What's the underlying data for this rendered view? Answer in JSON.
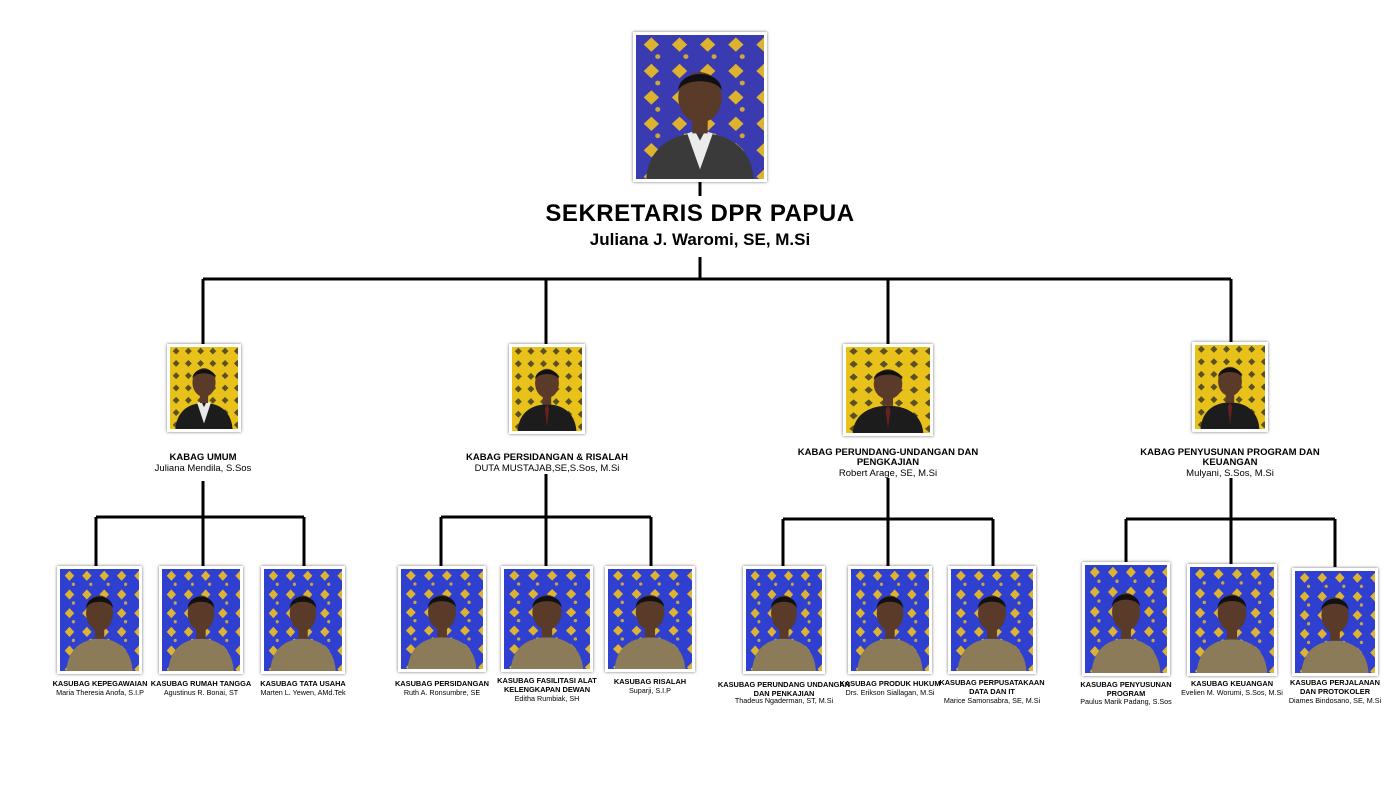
{
  "head": {
    "title": "SEKRETARIS DPR PAPUA",
    "name": "Juliana J. Waromi, SE, M.Si",
    "photo": "portrait-photo"
  },
  "departments": [
    {
      "title": "KABAG UMUM",
      "name": "Juliana Mendila, S.Sos",
      "subunits": [
        {
          "title": "KASUBAG KEPEGAWAIAN",
          "name": "Maria Theresia Anofa, S.I.P"
        },
        {
          "title": "KASUBAG RUMAH TANGGA",
          "name": "Agustinus R. Bonai, ST"
        },
        {
          "title": "KASUBAG TATA USAHA",
          "name": "Marten L. Yewen, AMd.Tek"
        }
      ]
    },
    {
      "title": "KABAG PERSIDANGAN & RISALAH",
      "name": "DUTA MUSTAJAB,SE,S.Sos, M.Si",
      "subunits": [
        {
          "title": "KASUBAG PERSIDANGAN",
          "name": "Ruth A. Ronsumbre, SE"
        },
        {
          "title": "KASUBAG FASILITASI ALAT KELENGKAPAN DEWAN",
          "name": "Editha Rumbiak, SH"
        },
        {
          "title": "KASUBAG RISALAH",
          "name": "Suparji, S.I.P"
        }
      ]
    },
    {
      "title": "KABAG PERUNDANG-UNDANGAN DAN PENGKAJIAN",
      "name": "Robert Arage, SE, M.Si",
      "subunits": [
        {
          "title": "KASUBAG PERUNDANG UNDANGAN DAN PENKAJIAN",
          "name": "Thadeus Ngaderman, ST, M.Si"
        },
        {
          "title": "KASUBAG PRODUK HUKUM",
          "name": "Drs. Erikson Siallagan, M.Si"
        },
        {
          "title": "KASUBAG PERPUSATAKAAN DATA DAN IT",
          "name": "Marice Samonsabra, SE, M.Si"
        }
      ]
    },
    {
      "title": "KABAG PENYUSUNAN PROGRAM DAN KEUANGAN",
      "name": "Mulyani, S.Sos, M.Si",
      "subunits": [
        {
          "title": "KASUBAG PENYUSUNAN PROGRAM",
          "name": "Paulus Marik Padang, S.Sos"
        },
        {
          "title": "KASUBAG KEUANGAN",
          "name": "Evelien M. Worumi, S.Sos, M.Si"
        },
        {
          "title": "KASUBAG PERJALANAN DAN PROTOKOLER",
          "name": "Diames Bindosano, SE, M.Si"
        }
      ]
    }
  ],
  "colors": {
    "line": "#000000",
    "top_bg": "#3a3bb0",
    "dept_bg": "#e8c21a",
    "staff_bg": "#2f3fd0",
    "motif": "#f0c020",
    "suit_dark": "#1c1c1c",
    "uniform": "#8c7b58",
    "skin": "#5a3a28"
  }
}
